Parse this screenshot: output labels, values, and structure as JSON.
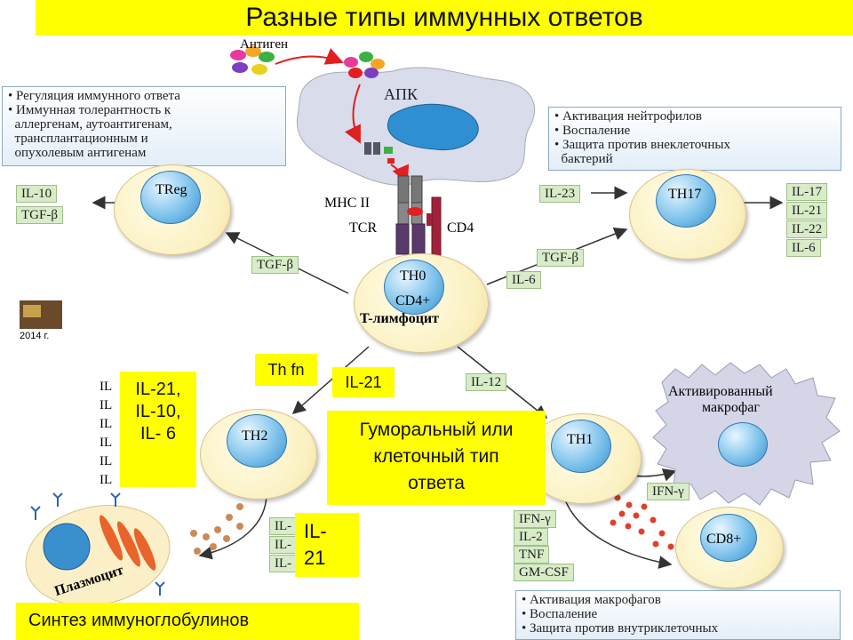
{
  "title": "Разные типы иммунных ответов",
  "antigen_label": "Антиген",
  "apc_label": "АПК",
  "mhc_label": "MHC II",
  "tcr_label": "TCR",
  "cd4_label": "CD4",
  "th0": {
    "line1": "TH0",
    "line2": "CD4+",
    "line3": "T-лимфоцит"
  },
  "treg": {
    "label": "TReg",
    "cytokines": [
      "IL-10",
      "TGF-β"
    ],
    "input": "TGF-β"
  },
  "treg_info": [
    "• Регуляция иммунного ответа",
    "• Иммунная толерантность к",
    "  аллергенам, аутоантигенам,",
    "  трансплантационным и",
    "  опухолевым антигенам"
  ],
  "th17": {
    "label": "TH17",
    "input_top": "IL-23",
    "inputs": [
      "TGF-β",
      "IL-6"
    ],
    "cytokines": [
      "IL-17",
      "IL-21",
      "IL-22",
      "IL-6"
    ]
  },
  "th17_info": [
    "• Активация нейтрофилов",
    "• Воспаление",
    "• Защита против внеклеточных",
    "  бактерий"
  ],
  "th1": {
    "label": "TH1",
    "input": "IL-12",
    "cytokines": [
      "IFN-γ",
      "IL-2",
      "TNF",
      "GM-CSF"
    ],
    "ifn_label": "IFN-γ"
  },
  "th1_info": [
    "• Активация макрофагов",
    "• Воспаление",
    "• Защита против внутриклеточных"
  ],
  "macrophage_label": [
    "Активированный",
    "макрофаг"
  ],
  "cd8_label": "CD8+",
  "th2": {
    "label": "TH2",
    "hidden_left": [
      "IL",
      "IL",
      "IL",
      "IL",
      "IL",
      "IL"
    ],
    "cytokines_partial": [
      "IL-",
      "IL-",
      "IL-"
    ]
  },
  "plasmocyte_label": "Плазмоцит",
  "stamp_year": "2014 г.",
  "overlay": {
    "thfn": "Th fn",
    "il21_top": "IL-21",
    "th2_cytokines": [
      "IL-21,",
      "IL-10,",
      "IL- 6"
    ],
    "response": [
      "Гуморальный или",
      "клеточный тип",
      "ответа"
    ],
    "il21_bottom": [
      "IL-",
      "21"
    ],
    "synthesis": "Синтез иммуноглобулинов"
  }
}
